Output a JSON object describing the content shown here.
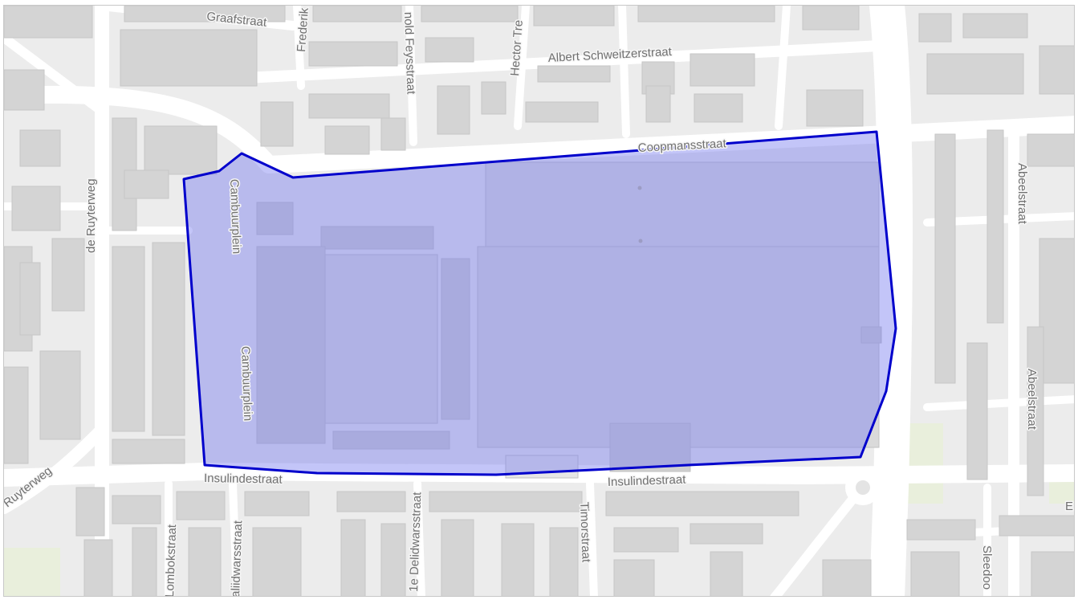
{
  "map": {
    "colors": {
      "background": "#ececec",
      "road": "#ffffff",
      "building": "#d4d4d4",
      "building_edge": "#c6c6c6",
      "park": "#e9efdc",
      "highlight_fill": "#7b7ef0",
      "highlight_stroke": "#0000cc"
    },
    "streets": [
      {
        "name": "Graafstraat"
      },
      {
        "name": "Frederik"
      },
      {
        "name": "nold Feysstraat"
      },
      {
        "name": "Hector Tre"
      },
      {
        "name": "Albert Schweitzerstraat"
      },
      {
        "name": "Coopmansstraat"
      },
      {
        "name": "de Ruyterweg"
      },
      {
        "name": "Cambuurplein"
      },
      {
        "name": "Cambuurplein"
      },
      {
        "name": "Abeelstraat"
      },
      {
        "name": "Abeelstraat"
      },
      {
        "name": "Ruyterweg"
      },
      {
        "name": "Insulindestraat"
      },
      {
        "name": "Insulindestraat"
      },
      {
        "name": "Lombokstraat"
      },
      {
        "name": "aliidwarsstraat"
      },
      {
        "name": "1e Delidwarsstraat"
      },
      {
        "name": "Timorstraat"
      },
      {
        "name": "Sleedoo"
      },
      {
        "name": "E"
      }
    ]
  }
}
